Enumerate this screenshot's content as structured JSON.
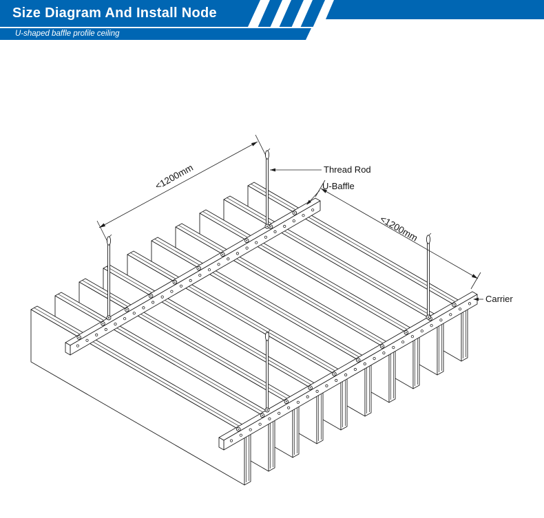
{
  "header": {
    "title": "Size Diagram And Install Node",
    "subtitle": "U-shaped baffle profile ceiling",
    "brand_blue": "#0066b3"
  },
  "diagram": {
    "line_color": "#1c1c1c",
    "labels": {
      "thread_rod": "Thread Rod",
      "u_baffle": "U-Baffle",
      "carrier": "Carrier",
      "dim_left": "<1200mm",
      "dim_right": "<1200mm"
    },
    "counts": {
      "baffles": 10,
      "carriers": 2,
      "thread_rods": 4
    }
  }
}
